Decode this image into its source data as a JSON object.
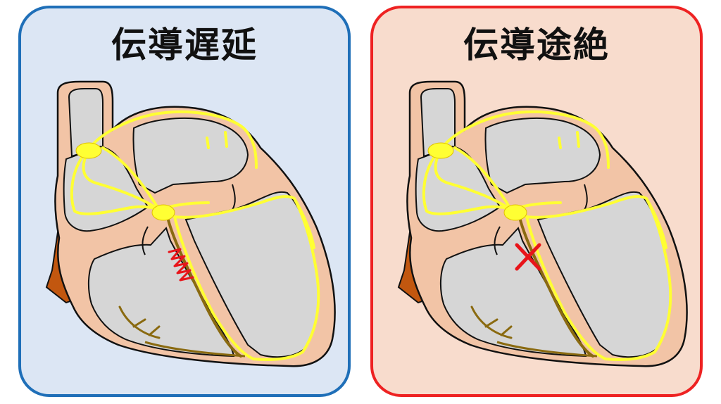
{
  "colors": {
    "left_background": "#dce6f4",
    "left_border": "#1f6fb8",
    "right_background": "#f8dccd",
    "right_border": "#ee2222",
    "heart_wall": "#f2c4a6",
    "chamber": "#d6d6d6",
    "outline": "#111111",
    "conduction_path": "#ffff33",
    "bundle_branch": "#8a6a10",
    "vessel": "#c2570f",
    "marker": "#e8141a"
  },
  "panels": [
    {
      "title": "伝導遅延",
      "marker": "zigzag-delay"
    },
    {
      "title": "伝導途絶",
      "marker": "x-block"
    }
  ]
}
